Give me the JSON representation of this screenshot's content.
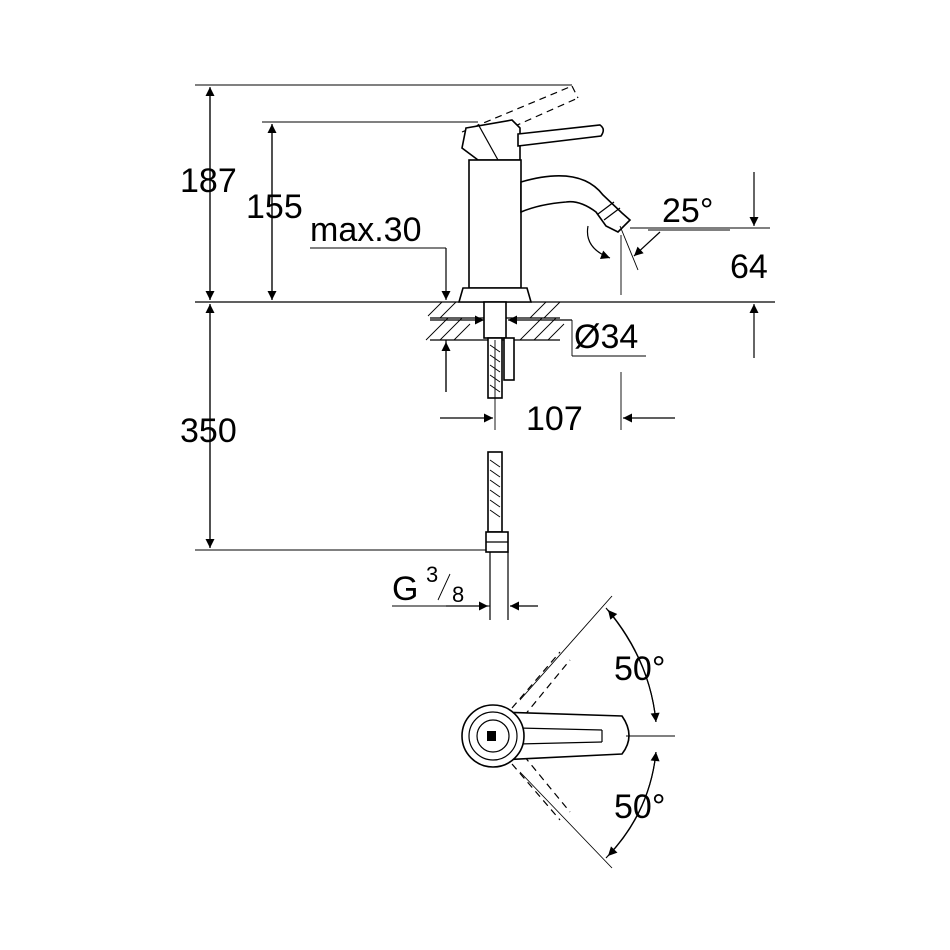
{
  "dimensions": {
    "height_lever_raised": "187",
    "height_to_lever": "155",
    "max_deck_thickness": "max.30",
    "spout_angle": "25°",
    "spout_height": "64",
    "hole_diameter": "Ø34",
    "tail_length": "350",
    "projection": "107",
    "thread_prefix": "G",
    "thread_num": "3",
    "thread_den": "8",
    "lever_angle_top": "50°",
    "lever_angle_bottom": "50°"
  }
}
